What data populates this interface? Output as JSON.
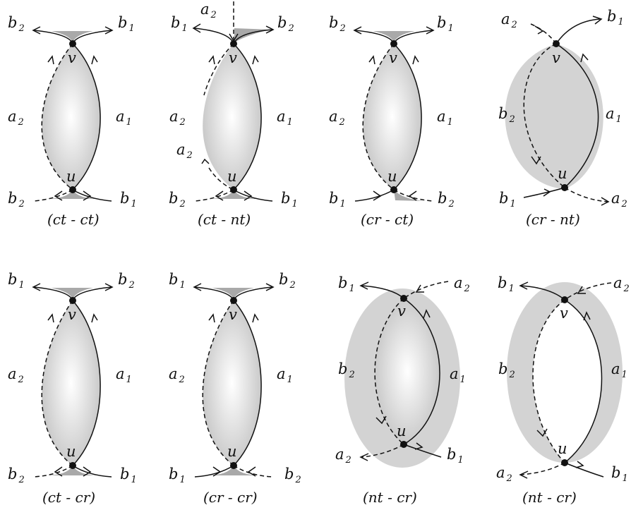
{
  "panels": [
    {
      "caption": "(ct - ct)",
      "top_left": "b",
      "top_left_sub": "2",
      "top_right": "b",
      "top_right_sub": "1",
      "left_arc": "a",
      "left_arc_sub": "2",
      "right_arc": "a",
      "right_arc_sub": "1",
      "bottom_left": "b",
      "bottom_left_sub": "2",
      "bottom_right": "b",
      "bottom_right_sub": "1",
      "v": "v",
      "u": "u"
    },
    {
      "caption": "(ct - nt)",
      "top_left": "b",
      "top_left_sub": "1",
      "top_mid": "a",
      "top_mid_sub": "2",
      "top_right": "b",
      "top_right_sub": "2",
      "left_arc": "a",
      "left_arc_sub": "2",
      "right_arc": "a",
      "right_arc_sub": "1",
      "bottom_left": "b",
      "bottom_left_sub": "2",
      "bottom_right": "b",
      "bottom_right_sub": "1",
      "v": "v",
      "u": "u"
    },
    {
      "caption": "(cr - ct)",
      "top_left": "b",
      "top_left_sub": "2",
      "top_right": "b",
      "top_right_sub": "1",
      "left_arc": "a",
      "left_arc_sub": "2",
      "right_arc": "a",
      "right_arc_sub": "1",
      "bottom_left": "b",
      "bottom_left_sub": "1",
      "bottom_right": "b",
      "bottom_right_sub": "2",
      "v": "v",
      "u": "u"
    },
    {
      "caption": "(cr - nt)",
      "top_left": "a",
      "top_left_sub": "2",
      "top_right": "b",
      "top_right_sub": "1",
      "left_arc": "b",
      "left_arc_sub": "2",
      "right_arc": "a",
      "right_arc_sub": "1",
      "bottom_left": "b",
      "bottom_left_sub": "1",
      "bottom_right": "a",
      "bottom_right_sub": "2",
      "v": "v",
      "u": "u"
    },
    {
      "caption": "(ct - cr)",
      "top_left": "b",
      "top_left_sub": "1",
      "top_right": "b",
      "top_right_sub": "2",
      "left_arc": "a",
      "left_arc_sub": "2",
      "right_arc": "a",
      "right_arc_sub": "1",
      "bottom_left": "b",
      "bottom_left_sub": "2",
      "bottom_right": "b",
      "bottom_right_sub": "1",
      "v": "v",
      "u": "u"
    },
    {
      "caption": "(cr - cr)",
      "top_left": "b",
      "top_left_sub": "1",
      "top_right": "b",
      "top_right_sub": "2",
      "left_arc": "a",
      "left_arc_sub": "2",
      "right_arc": "a",
      "right_arc_sub": "1",
      "bottom_left": "b",
      "bottom_left_sub": "1",
      "bottom_right": "b",
      "bottom_right_sub": "2",
      "v": "v",
      "u": "u"
    },
    {
      "caption": "(nt - cr)",
      "top_left": "b",
      "top_left_sub": "1",
      "top_right": "a",
      "top_right_sub": "2",
      "left_arc": "b",
      "left_arc_sub": "2",
      "right_arc": "a",
      "right_arc_sub": "1",
      "bottom_left": "a",
      "bottom_left_sub": "2",
      "bottom_right": "b",
      "bottom_right_sub": "1",
      "v": "v",
      "u": "u"
    },
    {
      "caption": "(nt  - cr)",
      "top_left": "b",
      "top_left_sub": "1",
      "top_right": "a",
      "top_right_sub": "2",
      "left_arc": "b",
      "left_arc_sub": "2",
      "right_arc": "a",
      "right_arc_sub": "1",
      "bottom_left": "a",
      "bottom_left_sub": "2",
      "bottom_right": "b",
      "bottom_right_sub": "1",
      "v": "v",
      "u": "u"
    }
  ],
  "colors": {
    "stroke": "#111111",
    "shade": "#d3d3d3",
    "shade_dark": "#a9a9a9",
    "gradient_center": "#ffffff",
    "gradient_edge": "#c4c4c4"
  }
}
